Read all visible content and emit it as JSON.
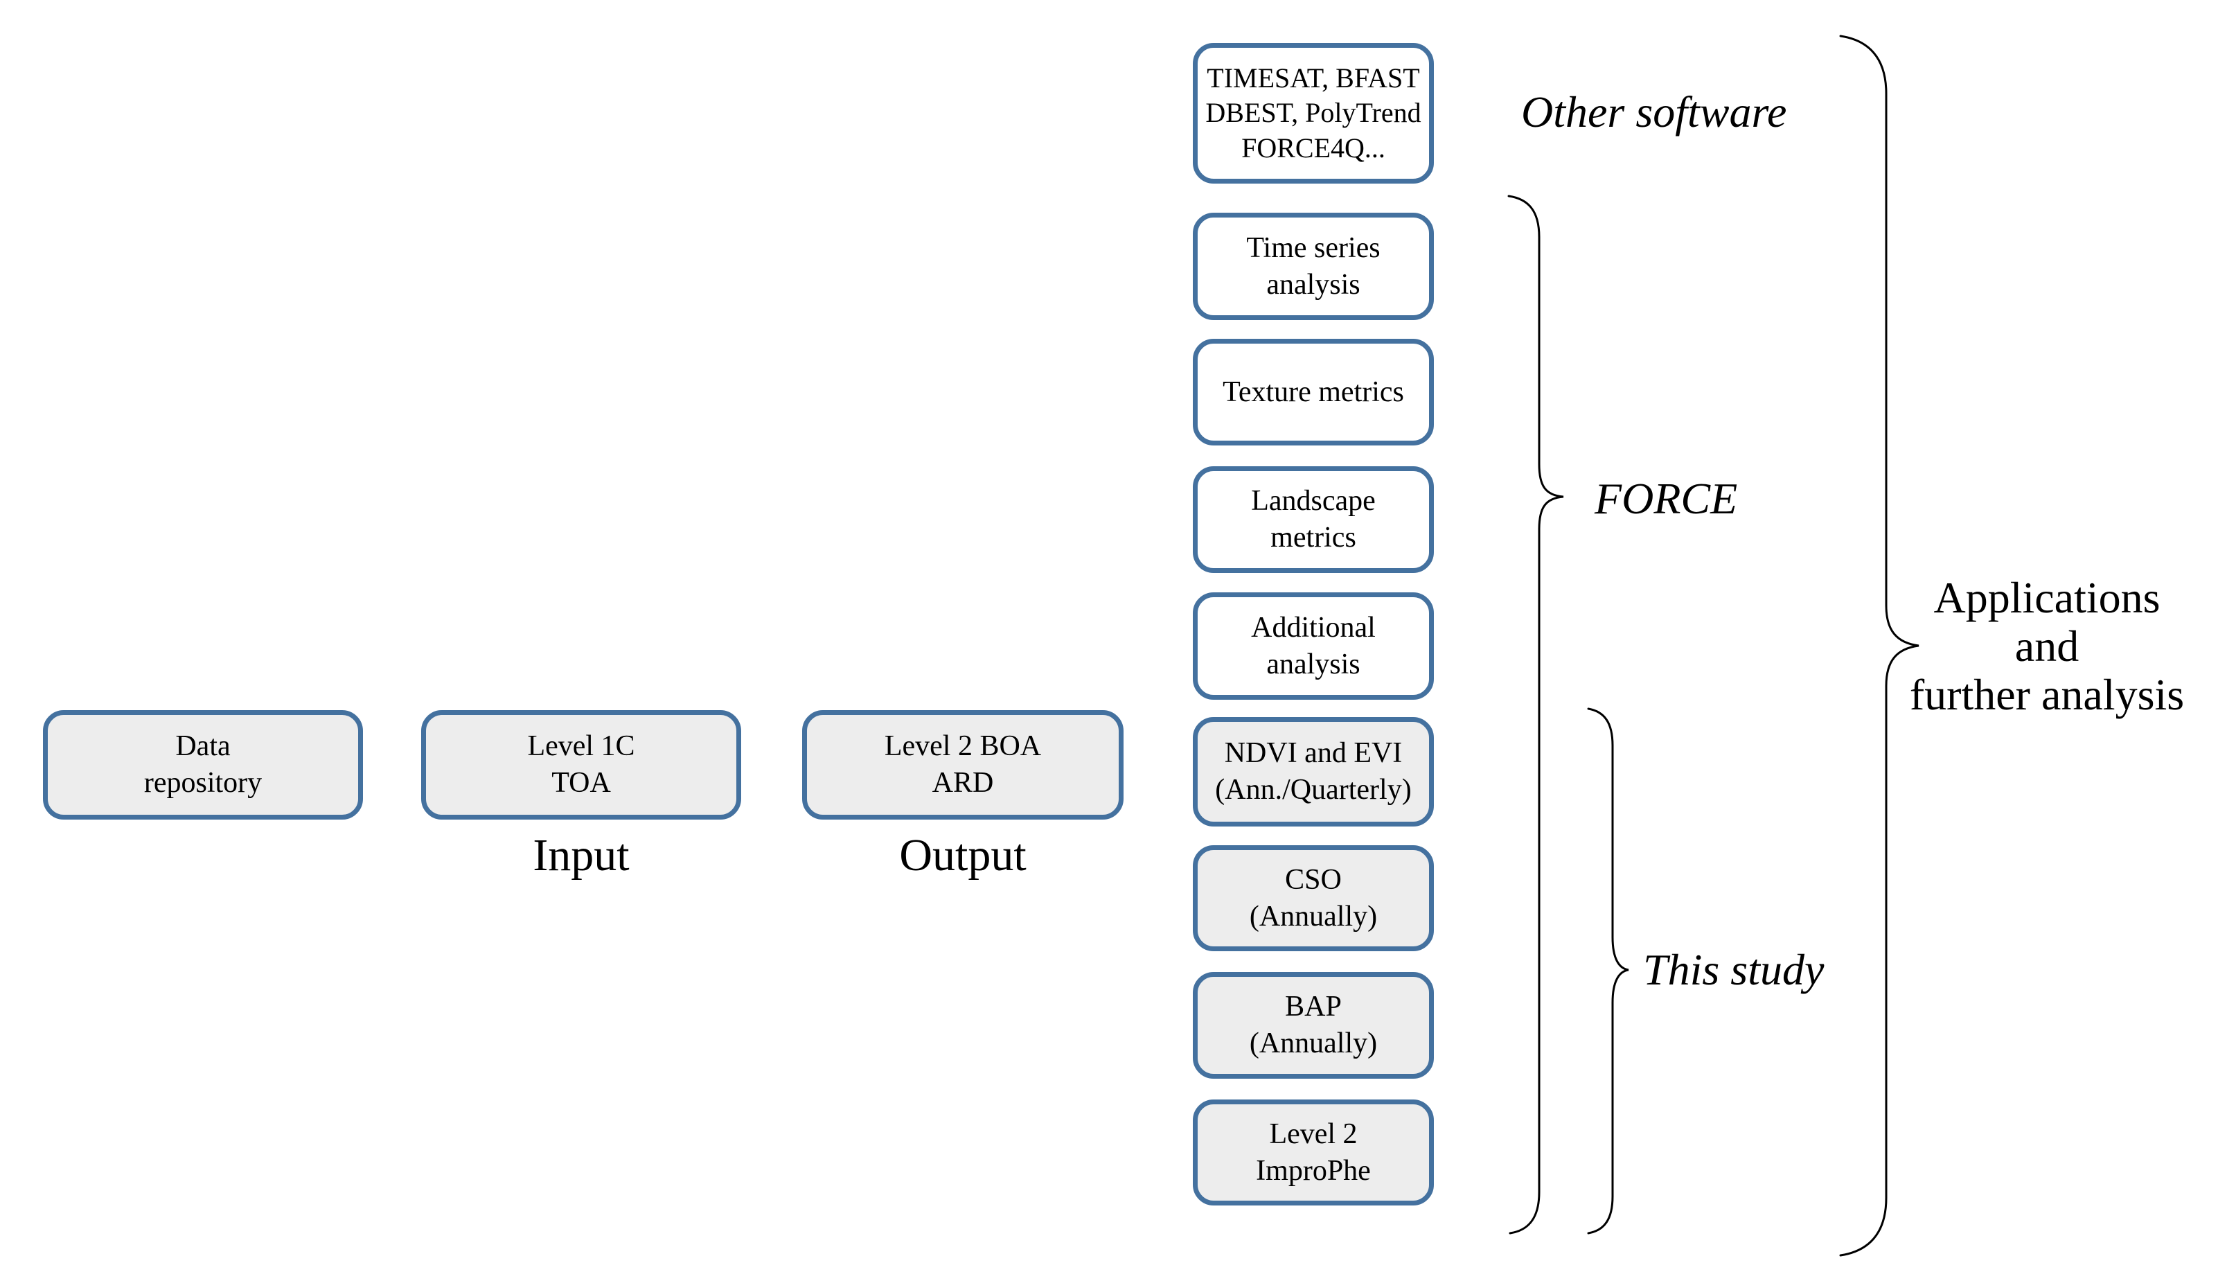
{
  "colors": {
    "box_border": "#44719F",
    "grey_fill": "#EDEDED",
    "white_fill": "#FFFFFF",
    "text_color": "#000000",
    "brace_color": "#000000",
    "page_bg": "#FFFFFF"
  },
  "pipeline": {
    "boxes": [
      {
        "text": "Data\nrepository"
      },
      {
        "text": "Level 1C\nTOA"
      },
      {
        "text": "Level 2 BOA\nARD"
      }
    ],
    "captions": {
      "input": "Input",
      "output": "Output"
    }
  },
  "outputs_column": {
    "boxes": [
      {
        "text": "TIMESAT, BFAST\nDBEST, PolyTrend\nFORCE4Q...",
        "style": "white"
      },
      {
        "text": "Time series\nanalysis",
        "style": "white"
      },
      {
        "text": "Texture metrics",
        "style": "white"
      },
      {
        "text": "Landscape\nmetrics",
        "style": "white"
      },
      {
        "text": "Additional\nanalysis",
        "style": "white"
      },
      {
        "text": "NDVI and EVI\n(Ann./Quarterly)",
        "style": "grey"
      },
      {
        "text": "CSO\n(Annually)",
        "style": "grey"
      },
      {
        "text": "BAP\n(Annually)",
        "style": "grey"
      },
      {
        "text": "Level 2\nImproPhe",
        "style": "grey"
      }
    ]
  },
  "labels": {
    "other_software": "Other software",
    "force": "FORCE",
    "this_study": "This study",
    "applications": "Applications\nand\nfurther analysis"
  }
}
